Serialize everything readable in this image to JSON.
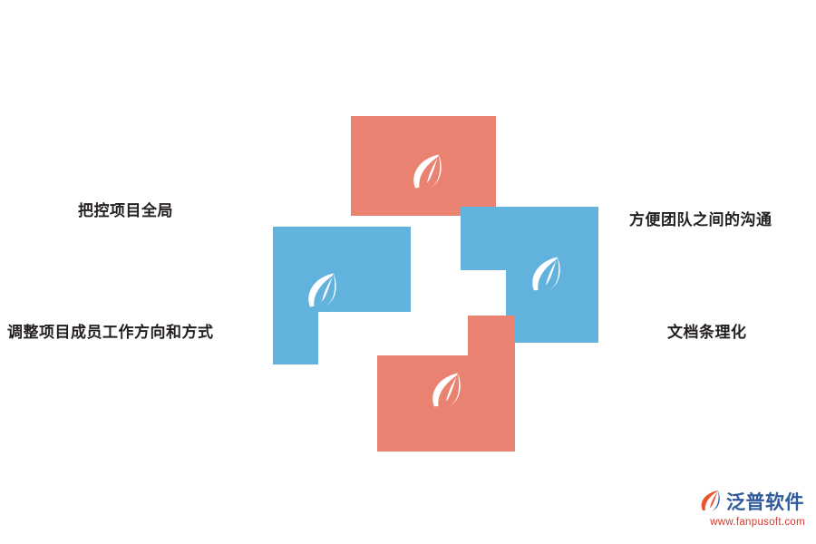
{
  "diagram": {
    "type": "pinwheel-four-quadrant",
    "colors": {
      "salmon": "#ea8272",
      "blue": "#61b2dd",
      "text": "#231f20"
    },
    "quadrants": [
      {
        "id": "top",
        "color": "#ea8272",
        "icon": "leaf-logo-icon"
      },
      {
        "id": "right",
        "color": "#61b2dd",
        "icon": "leaf-logo-icon"
      },
      {
        "id": "bottom",
        "color": "#ea8272",
        "icon": "leaf-logo-icon"
      },
      {
        "id": "left",
        "color": "#61b2dd",
        "icon": "leaf-logo-icon"
      }
    ],
    "labels": {
      "top_left": "把控项目全局",
      "bottom_left": "调整项目成员工作方向和方式",
      "top_right": "方便团队之间的沟通",
      "bottom_right": "文档条理化"
    }
  },
  "brand": {
    "name": "泛普软件",
    "url": "www.fanpusoft.com",
    "icon": "fanpu-logo-icon",
    "name_color": "#2f5b9c",
    "url_color": "#d23b2e"
  }
}
